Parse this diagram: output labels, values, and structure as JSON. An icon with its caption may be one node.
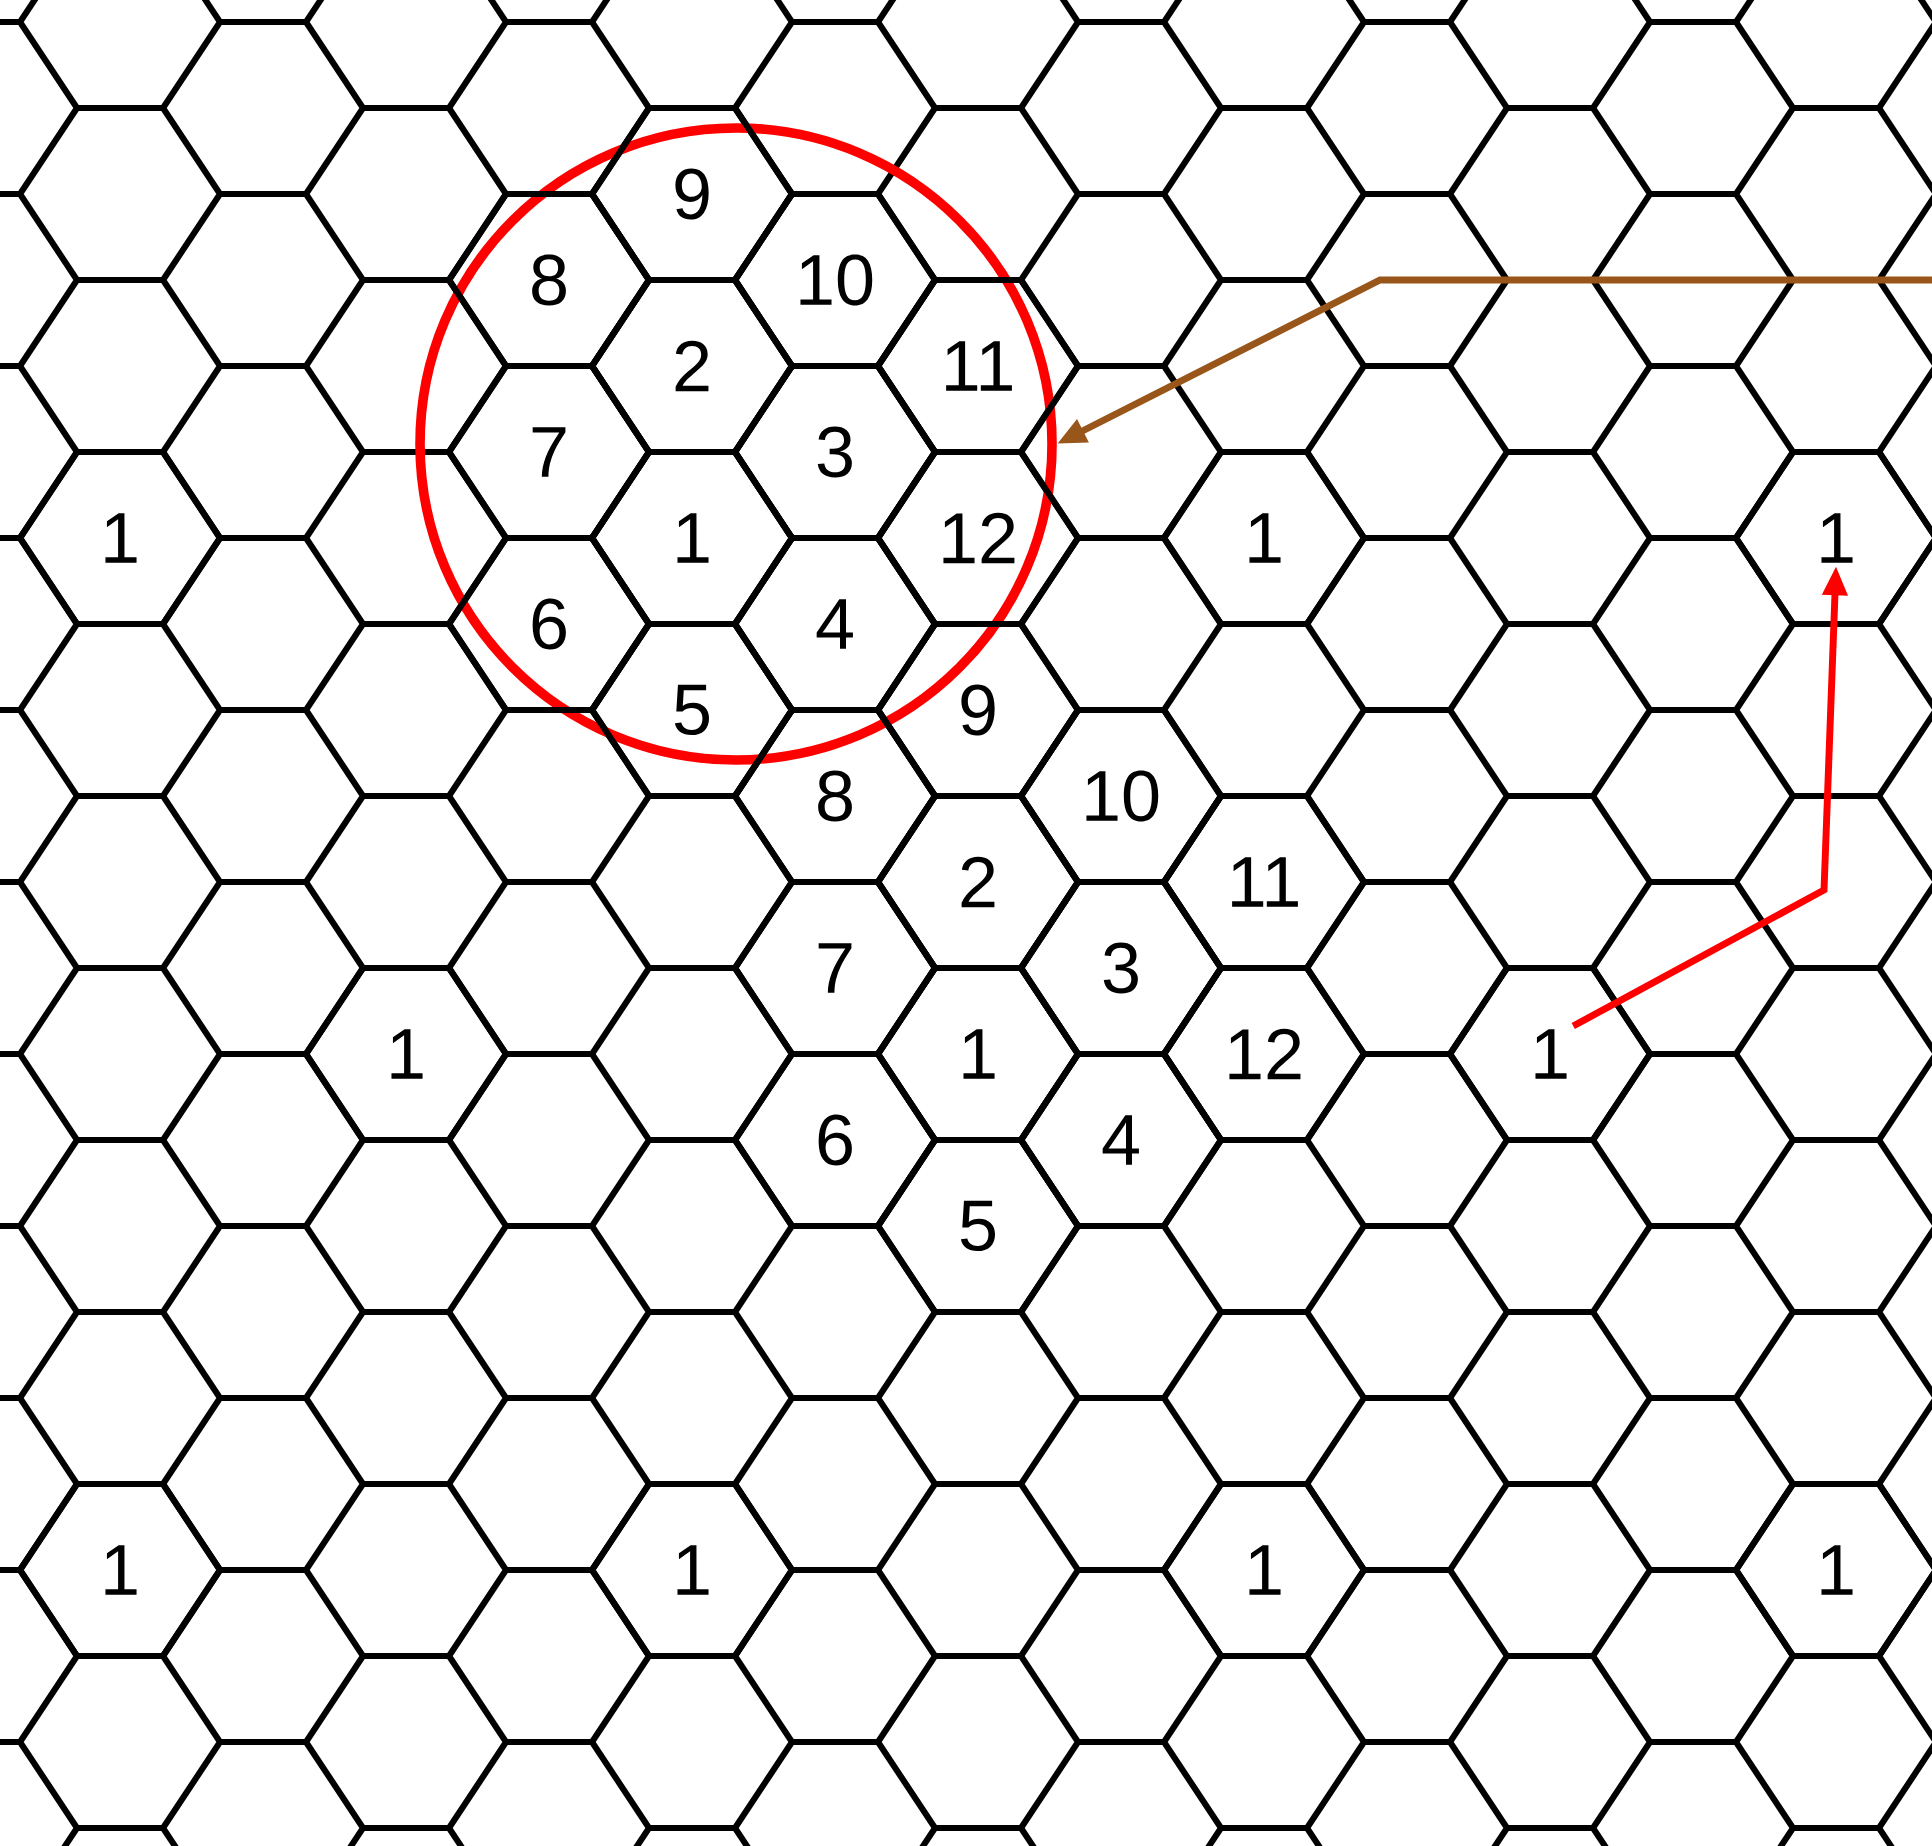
{
  "diagram": {
    "nodes": [
      {
        "text": [],
        "shape": "circle"
      },
      {
        "text": [
          "9"
        ]
      },
      {
        "text": [
          "8"
        ],
        "in": 0
      },
      {
        "text": [
          "10"
        ],
        "in": 0
      },
      {
        "text": [
          "2"
        ],
        "in": 0
      },
      {
        "text": [
          "11"
        ]
      },
      {
        "text": [
          "7"
        ],
        "in": 0
      },
      {
        "text": [
          "3"
        ],
        "in": 0
      },
      {
        "text": [
          "1"
        ]
      },
      {
        "text": [
          "1"
        ],
        "in": 0
      },
      {
        "text": [
          "12"
        ]
      },
      {
        "text": [
          "1"
        ]
      },
      {
        "text": [
          "1"
        ]
      },
      {
        "text": [
          "6"
        ],
        "in": 0
      },
      {
        "text": [
          "4"
        ],
        "in": 0
      },
      {
        "text": [
          "5"
        ]
      },
      {
        "text": [
          "9"
        ]
      },
      {
        "text": [
          "8"
        ]
      },
      {
        "text": [
          "10"
        ]
      },
      {
        "text": [
          "2"
        ]
      },
      {
        "text": [
          "11"
        ]
      },
      {
        "text": [
          "7"
        ]
      },
      {
        "text": [
          "3"
        ]
      },
      {
        "text": [
          "1"
        ]
      },
      {
        "text": [
          "1"
        ]
      },
      {
        "text": [
          "12"
        ]
      },
      {
        "text": [
          "1"
        ]
      },
      {
        "text": [
          "6"
        ]
      },
      {
        "text": [
          "4"
        ]
      },
      {
        "text": [
          "5"
        ]
      },
      {
        "text": [
          "1"
        ]
      },
      {
        "text": [
          "1"
        ]
      },
      {
        "text": [
          "1"
        ]
      },
      {
        "text": [
          "1"
        ]
      }
    ],
    "edges": [
      {
        "from": null,
        "to": 0,
        "arrow": "to",
        "color": "#99561a"
      },
      {
        "from": 26,
        "to": 12,
        "arrow": "to",
        "color": "#ff0000"
      }
    ]
  }
}
